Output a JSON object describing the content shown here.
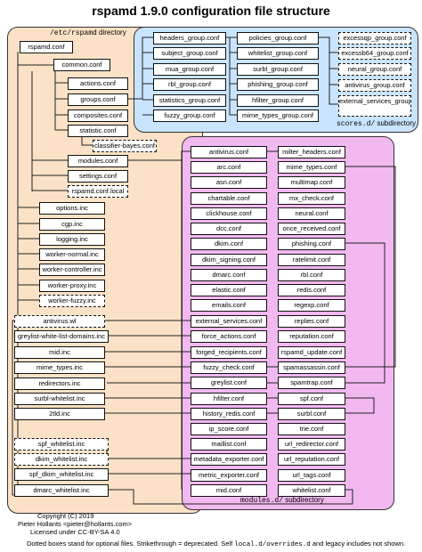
{
  "title": "rspamd 1.9.0 configuration file structure",
  "regions": {
    "etc_path": "/etc/rspamd",
    "etc_suffix": " directory",
    "scores_path": "scores.d/",
    "scores_suffix": " subdirectory",
    "modules_path": "modules.d/",
    "modules_suffix": " subdirectory"
  },
  "etc": {
    "rspamd_conf": "rspamd.conf",
    "common_conf": "common.conf",
    "actions_conf": "actions.conf",
    "groups_conf": "groups.conf",
    "composites_conf": "composites.conf",
    "statistic_conf": "statistic.conf",
    "classifier_bayes_conf": "classifier-bayes.conf",
    "modules_conf": "modules.conf",
    "settings_conf": "settings.conf",
    "rspamd_conf_local": "rspamd.conf.local",
    "options_inc": "options.inc",
    "cgp_inc": "cgp.inc",
    "logging_inc": "logging.inc",
    "worker_normal_inc": "worker-normal.inc",
    "worker_controller_inc": "worker-controller.inc",
    "worker_proxy_inc": "worker-proxy.inc",
    "worker_fuzzy_inc": "worker-fuzzy.inc",
    "antivirus_wl": "antivirus.wl",
    "greylist_white_list_domains_inc": "greylist-white-list-domains.inc",
    "mid_inc": "mid.inc",
    "mime_types_inc": "mime_types.inc",
    "redirectors_inc": "redirectors.inc",
    "surbl_whitelist_inc": "surbl-whitelist.inc",
    "twold_inc": "2tld.inc",
    "spf_whitelist_inc": "spf_whitelist.inc",
    "dkim_whitelist_inc": "dkim_whitelist.inc",
    "spf_dkim_whitelist_inc": "spf_dkim_whitelist.inc",
    "dmarc_whitelist_inc": "dmarc_whitelist.inc"
  },
  "scores": {
    "col1": [
      "headers_group.conf",
      "subject_group.conf",
      "mua_group.conf",
      "rbl_group.conf",
      "statistics_group.conf",
      "fuzzy_group.conf"
    ],
    "col2": [
      "policies_group.conf",
      "whitelist_group.conf",
      "surbl_group.conf",
      "phishing_group.conf",
      "hfilter_group.conf",
      "mime_types_group.conf"
    ],
    "col3": [
      "excessqp_group.conf",
      "excessb64_group.conf",
      "neural_group.conf",
      "antivirus_group.conf",
      "external_services_group.conf"
    ]
  },
  "modules": {
    "left": [
      "antivirus.conf",
      "arc.conf",
      "asn.conf",
      "chartable.conf",
      "clickhouse.conf",
      "dcc.conf",
      "dkim.conf",
      "dkim_signing.conf",
      "dmarc.conf",
      "elastic.conf",
      "emails.conf",
      "external_services.conf",
      "force_actions.conf",
      "forged_recipients.conf",
      "fuzzy_check.conf",
      "greylist.conf",
      "hfilter.conf",
      "history_redis.conf",
      "ip_score.conf",
      "maillist.conf",
      "metadata_exporter.conf",
      "metric_exporter.conf",
      "mid.conf"
    ],
    "right": [
      "milter_headers.conf",
      "mime_types.conf",
      "multimap.conf",
      "mx_check.conf",
      "neural.conf",
      "once_received.conf",
      "phishing.conf",
      "ratelimit.conf",
      "rbl.conf",
      "redis.conf",
      "regexp.conf",
      "replies.conf",
      "reputation.conf",
      "rspamd_update.conf",
      "spamassassin.conf",
      "spamtrap.conf",
      "spf.conf",
      "surbl.conf",
      "trie.conf",
      "url_redirector.conf",
      "url_reputation.conf",
      "url_tags.conf",
      "whitelist.conf"
    ]
  },
  "footer": {
    "copyright": "Copyright (C) 2019",
    "author": "Pieter Hollants <pieter@hollants.com>",
    "license": "Licensed under CC-BY-SA 4.0",
    "note_a": "Dotted boxes stand for optional files. Strikethrough = deprecated. Self ",
    "note_mono": "local.d/overrides.d",
    "note_b": " and legacy includes not shown."
  }
}
